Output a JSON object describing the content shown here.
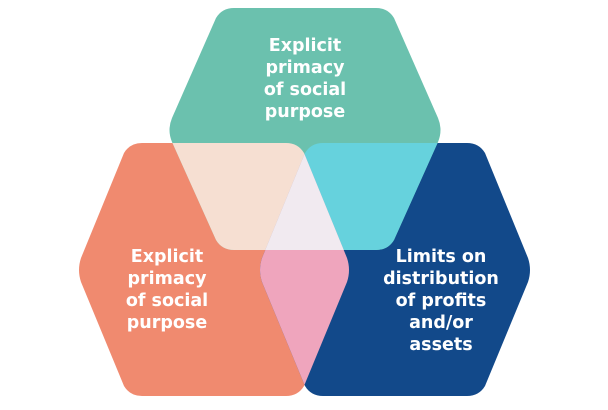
{
  "diagram": {
    "shapes": [
      {
        "id": "top",
        "label_lines": [
          "Explicit",
          "primacy",
          "of social",
          "purpose"
        ],
        "color": "#6bc1ae"
      },
      {
        "id": "left",
        "label_lines": [
          "Explicit",
          "primacy",
          "of social",
          "purpose"
        ],
        "color": "#f08a6f"
      },
      {
        "id": "right",
        "label_lines": [
          "Limits on",
          "distribution",
          "of profits",
          "and/or",
          "assets"
        ],
        "color": "#12498a"
      }
    ],
    "overlap_colors": {
      "top_left": "#f6dfd2",
      "top_right": "#66d2dd",
      "left_right": "#efa5bd",
      "center": "#f1eaf0"
    }
  }
}
